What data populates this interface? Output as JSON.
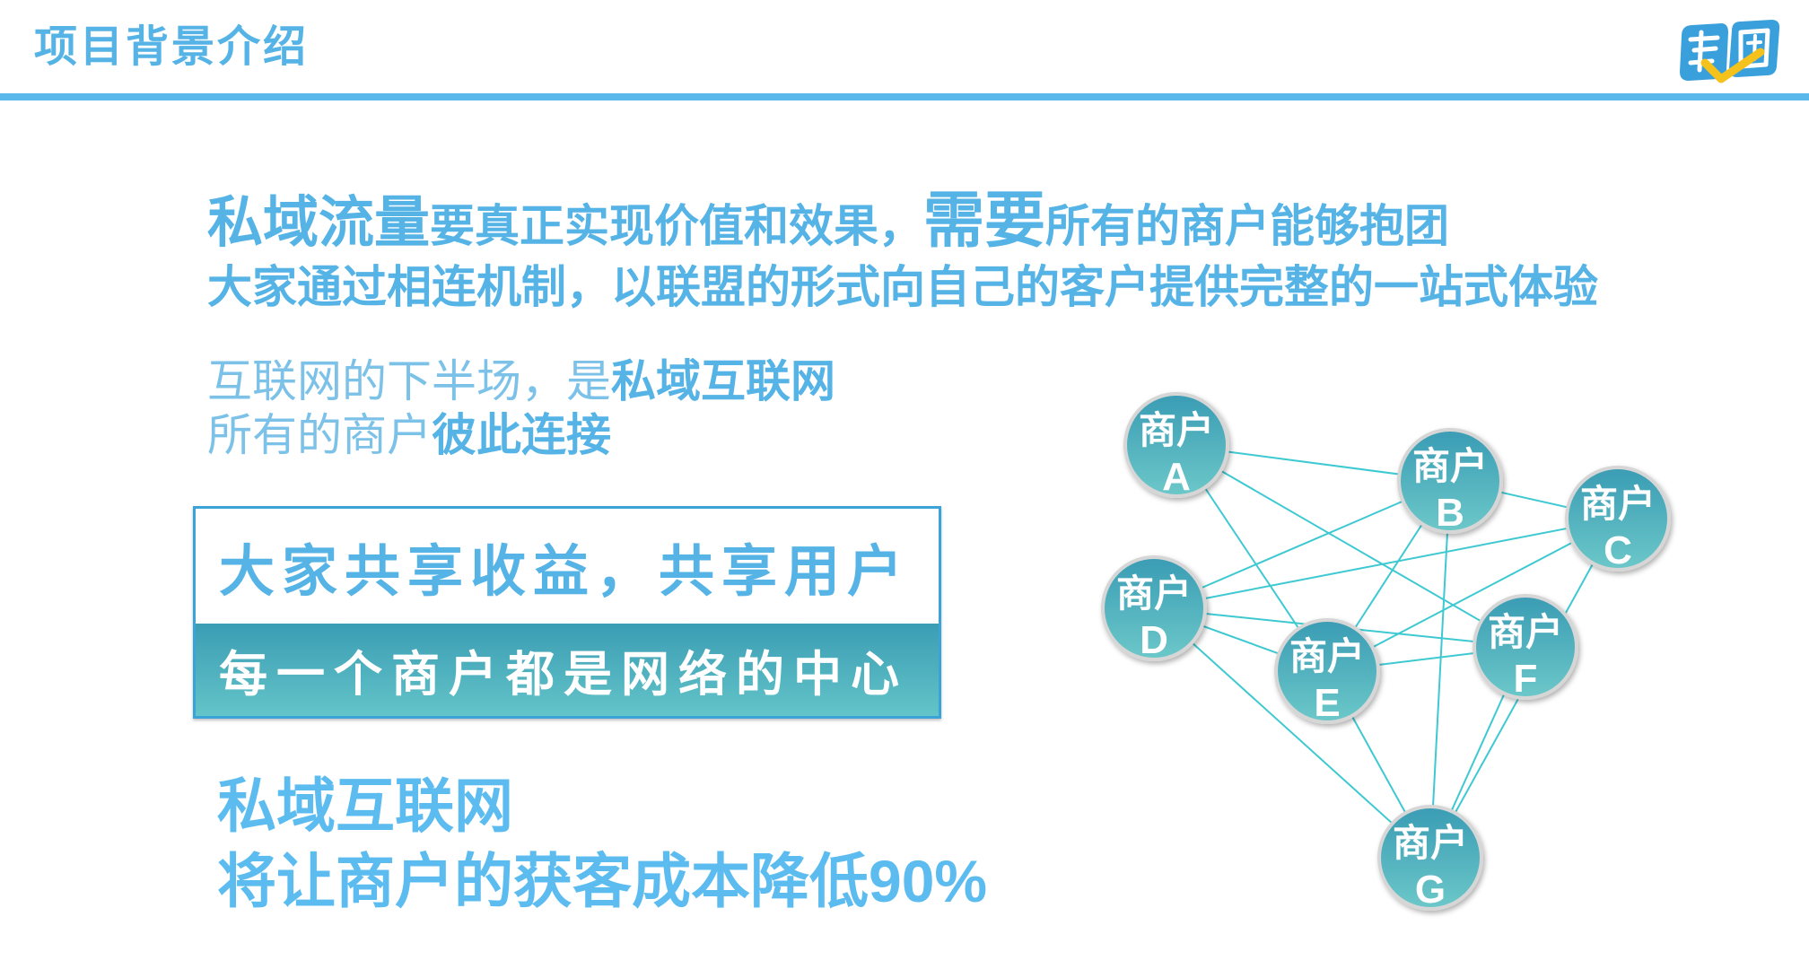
{
  "header": {
    "title": "项目背景介绍"
  },
  "logo": {
    "icon": "brand-logo-icon"
  },
  "colors": {
    "accent": "#56b3e6",
    "accent-light": "#7cc2e8",
    "rule": "#5ab9ea",
    "box-border": "#3aa4d8",
    "band-top": "#3b9db3",
    "band-bottom": "#63c4c9",
    "edge": "#3ec9d2",
    "node-top": "#3a9cb4",
    "node-bottom": "#6cc8c9",
    "conclusion": "#5cbcf0"
  },
  "intro": {
    "line1": [
      "私域流量",
      "要真正实现价值和效果，",
      "需要",
      "所有的商户能够抱团"
    ],
    "line2": "大家通过相连机制，以联盟的形式向自己的客户提供完整的一站式体验"
  },
  "statement": {
    "line1": [
      "互联网的下半场，是",
      "私域互联网"
    ],
    "line2": [
      "所有的商户",
      "彼此连接"
    ]
  },
  "highlight_box": {
    "top": "大家共享收益，共享用户",
    "bottom": "每一个商户都是网络的中心"
  },
  "conclusion": {
    "line1": "私域互联网",
    "line2": "将让商户的获客成本降低90%"
  },
  "diagram": {
    "nodes": [
      {
        "label": "商户",
        "letter": "A"
      },
      {
        "label": "商户",
        "letter": "B"
      },
      {
        "label": "商户",
        "letter": "C"
      },
      {
        "label": "商户",
        "letter": "D"
      },
      {
        "label": "商户",
        "letter": "E"
      },
      {
        "label": "商户",
        "letter": "F"
      },
      {
        "label": "商户",
        "letter": "G"
      }
    ],
    "edges": [
      [
        0,
        1
      ],
      [
        0,
        4
      ],
      [
        0,
        5
      ],
      [
        1,
        2
      ],
      [
        1,
        3
      ],
      [
        1,
        4
      ],
      [
        1,
        6
      ],
      [
        2,
        3
      ],
      [
        2,
        4
      ],
      [
        2,
        6
      ],
      [
        3,
        4
      ],
      [
        3,
        5
      ],
      [
        3,
        6
      ],
      [
        4,
        5
      ],
      [
        4,
        6
      ],
      [
        5,
        6
      ]
    ]
  }
}
